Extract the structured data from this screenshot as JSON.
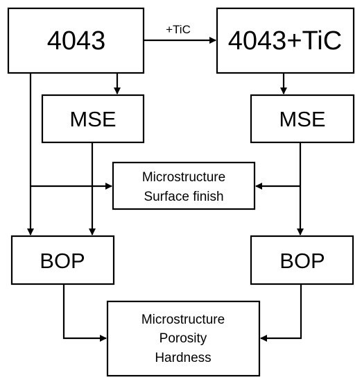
{
  "diagram": {
    "nodes": {
      "alloy_4043": {
        "label": "4043"
      },
      "alloy_4043_tic": {
        "label": "4043+TiC"
      },
      "mse_left": {
        "label": "MSE"
      },
      "mse_right": {
        "label": "MSE"
      },
      "microstructure_surface": {
        "lines": [
          "Microstructure",
          "Surface finish"
        ]
      },
      "bop_left": {
        "label": "BOP"
      },
      "bop_right": {
        "label": "BOP"
      },
      "microstructure_porosity_hardness": {
        "lines": [
          "Microstructure",
          "Porosity",
          "Hardness"
        ]
      }
    },
    "edges": {
      "add_tic": {
        "label": "+TiC"
      }
    },
    "colors": {
      "stroke": "#000000",
      "fill": "#ffffff"
    }
  }
}
